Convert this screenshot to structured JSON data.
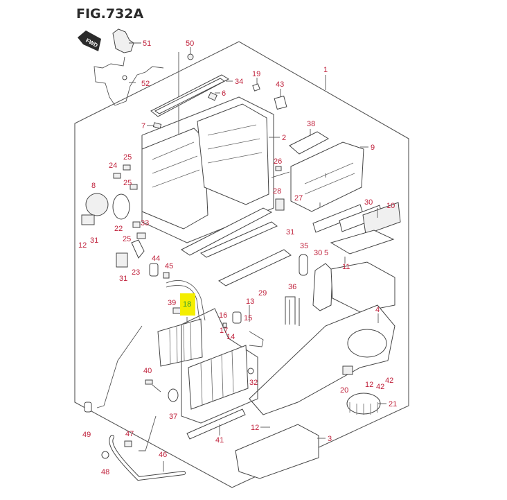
{
  "figure": {
    "title": "FIG.732A",
    "direction_badge": "FWD",
    "highlight_color": "#f4ee00",
    "callout_color": "#c0223c",
    "selected_callout_color": "#2e9a2e",
    "selected_part": "18"
  },
  "callouts": [
    {
      "id": "c51",
      "label": "51"
    },
    {
      "id": "c52",
      "label": "52"
    },
    {
      "id": "c50",
      "label": "50"
    },
    {
      "id": "c34",
      "label": "34"
    },
    {
      "id": "c6",
      "label": "6"
    },
    {
      "id": "c19",
      "label": "19"
    },
    {
      "id": "c43",
      "label": "43"
    },
    {
      "id": "c1",
      "label": "1"
    },
    {
      "id": "c7",
      "label": "7"
    },
    {
      "id": "c2",
      "label": "2"
    },
    {
      "id": "c38",
      "label": "38"
    },
    {
      "id": "c9",
      "label": "9"
    },
    {
      "id": "c25a",
      "label": "25"
    },
    {
      "id": "c24",
      "label": "24"
    },
    {
      "id": "c25b",
      "label": "25"
    },
    {
      "id": "c8",
      "label": "8"
    },
    {
      "id": "c22",
      "label": "22"
    },
    {
      "id": "c33",
      "label": "33"
    },
    {
      "id": "c25c",
      "label": "25"
    },
    {
      "id": "c12a",
      "label": "12"
    },
    {
      "id": "c31a",
      "label": "31"
    },
    {
      "id": "c23",
      "label": "23"
    },
    {
      "id": "c31b",
      "label": "31"
    },
    {
      "id": "c26",
      "label": "26"
    },
    {
      "id": "c28",
      "label": "28"
    },
    {
      "id": "c27",
      "label": "27"
    },
    {
      "id": "c31c",
      "label": "31"
    },
    {
      "id": "c30a",
      "label": "30"
    },
    {
      "id": "c10",
      "label": "10"
    },
    {
      "id": "c30b",
      "label": "30"
    },
    {
      "id": "c35",
      "label": "35"
    },
    {
      "id": "c5",
      "label": "5"
    },
    {
      "id": "c11",
      "label": "11"
    },
    {
      "id": "c44",
      "label": "44"
    },
    {
      "id": "c45",
      "label": "45"
    },
    {
      "id": "c29",
      "label": "29"
    },
    {
      "id": "c36",
      "label": "36"
    },
    {
      "id": "c39",
      "label": "39"
    },
    {
      "id": "c18",
      "label": "18"
    },
    {
      "id": "c13",
      "label": "13"
    },
    {
      "id": "c16",
      "label": "16"
    },
    {
      "id": "c15",
      "label": "15"
    },
    {
      "id": "c17",
      "label": "17"
    },
    {
      "id": "c14",
      "label": "14"
    },
    {
      "id": "c4",
      "label": "4"
    },
    {
      "id": "c40",
      "label": "40"
    },
    {
      "id": "c32",
      "label": "32"
    },
    {
      "id": "c20",
      "label": "20"
    },
    {
      "id": "c12b",
      "label": "12"
    },
    {
      "id": "c42a",
      "label": "42"
    },
    {
      "id": "c42b",
      "label": "42"
    },
    {
      "id": "c37",
      "label": "37"
    },
    {
      "id": "c21",
      "label": "21"
    },
    {
      "id": "c12c",
      "label": "12"
    },
    {
      "id": "c49",
      "label": "49"
    },
    {
      "id": "c47",
      "label": "47"
    },
    {
      "id": "c3",
      "label": "3"
    },
    {
      "id": "c41",
      "label": "41"
    },
    {
      "id": "c46",
      "label": "46"
    },
    {
      "id": "c48",
      "label": "48"
    }
  ]
}
